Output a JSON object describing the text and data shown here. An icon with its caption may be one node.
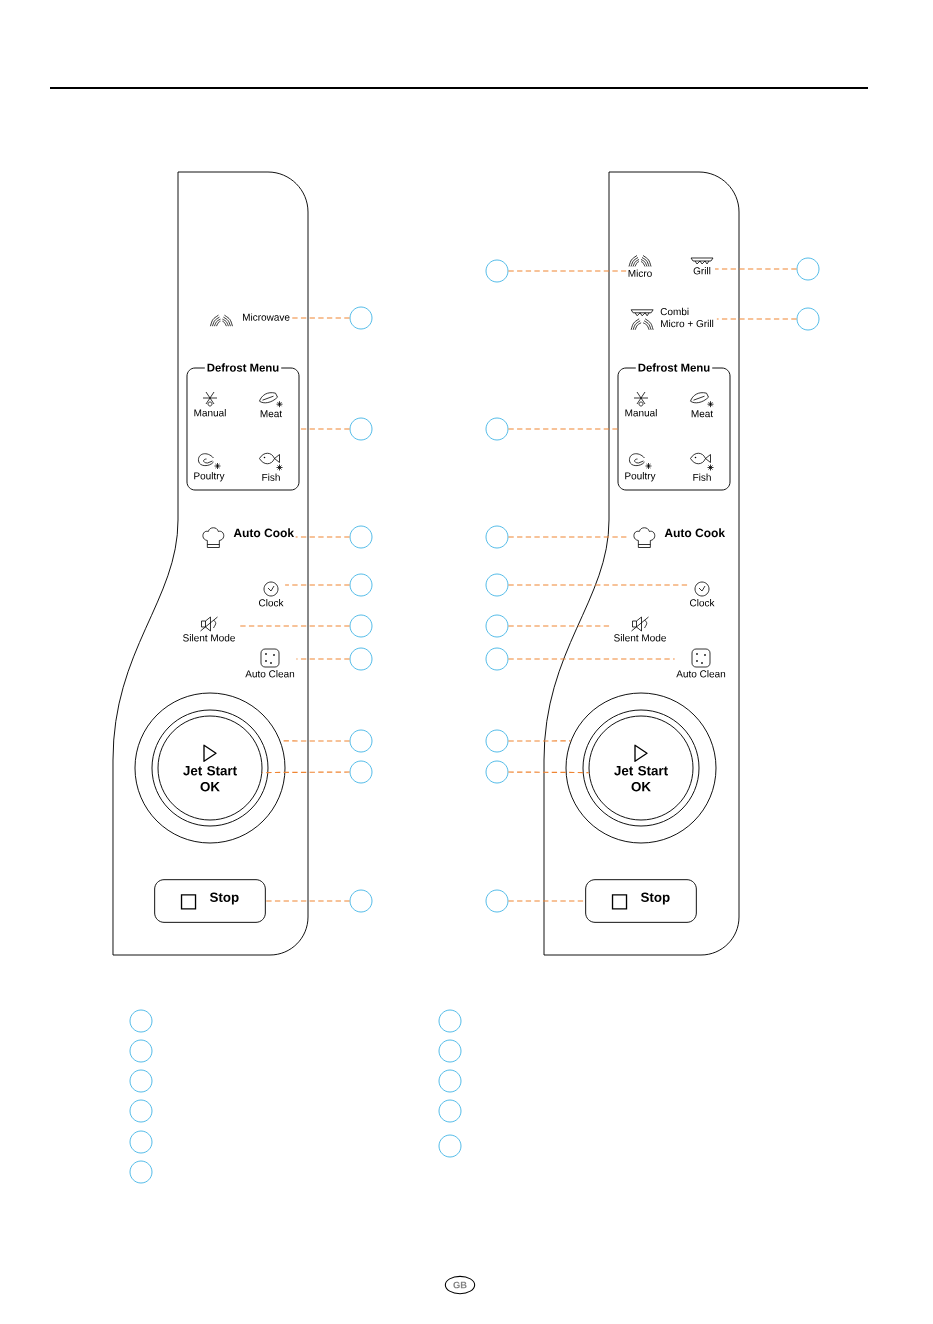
{
  "diagram": {
    "nodes": [
      {
        "text": [],
        "shape": "box"
      },
      {
        "text": [
          "Microwave"
        ],
        "in": 0
      },
      {
        "text": [
          "Defrost Menu"
        ],
        "in": 0
      },
      {
        "text": [
          "Manual"
        ],
        "in": 2
      },
      {
        "text": [
          "Meat"
        ],
        "in": 2
      },
      {
        "text": [
          "Poultry"
        ],
        "in": 2
      },
      {
        "text": [
          "Fish"
        ],
        "in": 2
      },
      {
        "text": [
          "Auto Cook"
        ],
        "in": 0
      },
      {
        "text": [
          "Clock"
        ],
        "in": 0
      },
      {
        "text": [
          "Silent Mode"
        ],
        "in": 0
      },
      {
        "text": [
          "Auto Clean"
        ],
        "in": 0
      },
      {
        "text": [],
        "shape": "circle",
        "in": 0
      },
      {
        "text": [
          "Jet Start OK"
        ],
        "in": 11
      },
      {
        "text": [
          "Stop"
        ],
        "in": 0
      },
      {
        "text": [],
        "shape": "circle"
      },
      {
        "text": [],
        "shape": "circle"
      },
      {
        "text": [],
        "shape": "circle"
      },
      {
        "text": [],
        "shape": "circle"
      },
      {
        "text": [],
        "shape": "circle"
      },
      {
        "text": [],
        "shape": "circle"
      },
      {
        "text": [],
        "shape": "circle"
      },
      {
        "text": [],
        "shape": "circle"
      },
      {
        "text": [],
        "shape": "circle"
      },
      {
        "text": [],
        "shape": "box"
      },
      {
        "text": [
          "Micro"
        ],
        "in": 23
      },
      {
        "text": [
          "Grill"
        ],
        "in": 23
      },
      {
        "text": [
          "Combi Micro + Grill"
        ],
        "in": 23
      },
      {
        "text": [
          "Defrost Menu"
        ],
        "in": 23
      },
      {
        "text": [
          "Manual"
        ],
        "in": 27
      },
      {
        "text": [
          "Meat"
        ],
        "in": 27
      },
      {
        "text": [
          "Poultry"
        ],
        "in": 27
      },
      {
        "text": [
          "Fish"
        ],
        "in": 27
      },
      {
        "text": [
          "Auto Cook"
        ],
        "in": 23
      },
      {
        "text": [
          "Clock"
        ],
        "in": 23
      },
      {
        "text": [
          "Silent Mode"
        ],
        "in": 23
      },
      {
        "text": [
          "Auto Clean"
        ],
        "in": 23
      },
      {
        "text": [],
        "shape": "circle",
        "in": 23
      },
      {
        "text": [
          "Jet Start OK"
        ],
        "in": 36
      },
      {
        "text": [
          "Stop"
        ],
        "in": 23
      },
      {
        "text": [],
        "shape": "circle"
      },
      {
        "text": [],
        "shape": "circle"
      },
      {
        "text": [],
        "shape": "circle"
      },
      {
        "text": [],
        "shape": "circle"
      },
      {
        "text": [],
        "shape": "circle"
      },
      {
        "text": [],
        "shape": "circle"
      },
      {
        "text": [],
        "shape": "circle"
      },
      {
        "text": [],
        "shape": "circle"
      },
      {
        "text": [],
        "shape": "circle"
      },
      {
        "text": [],
        "shape": "circle"
      },
      {
        "text": [],
        "shape": "circle"
      },
      {
        "text": [],
        "shape": "circle"
      },
      {
        "text": [],
        "shape": "circle"
      },
      {
        "text": [],
        "shape": "circle"
      },
      {
        "text": [],
        "shape": "circle"
      },
      {
        "text": [],
        "shape": "circle"
      },
      {
        "text": [],
        "shape": "circle"
      },
      {
        "text": [],
        "shape": "circle"
      },
      {
        "text": [],
        "shape": "circle"
      },
      {
        "text": [],
        "shape": "circle"
      },
      {
        "text": [],
        "shape": "circle"
      },
      {
        "text": [],
        "shape": "circle"
      },
      {
        "text": [
          "GB"
        ]
      }
    ],
    "edges": [
      {
        "from": 14,
        "to": 1,
        "arrow": "none",
        "style": "dashed"
      },
      {
        "from": 15,
        "to": 2,
        "arrow": "none",
        "style": "dashed"
      },
      {
        "from": 16,
        "to": 7,
        "arrow": "none",
        "style": "dashed"
      },
      {
        "from": 17,
        "to": 8,
        "arrow": "none",
        "style": "dashed"
      },
      {
        "from": 18,
        "to": 9,
        "arrow": "none",
        "style": "dashed"
      },
      {
        "from": 19,
        "to": 10,
        "arrow": "none",
        "style": "dashed"
      },
      {
        "from": 20,
        "to": 11,
        "arrow": "none",
        "style": "dashed"
      },
      {
        "from": 21,
        "to": 12,
        "arrow": "none",
        "style": "dashed"
      },
      {
        "from": 22,
        "to": 13,
        "arrow": "none",
        "style": "dashed"
      },
      {
        "from": 39,
        "to": 24,
        "arrow": "none",
        "style": "dashed"
      },
      {
        "from": 48,
        "to": 25,
        "arrow": "none",
        "style": "dashed"
      },
      {
        "from": 49,
        "to": 26,
        "arrow": "none",
        "style": "dashed"
      },
      {
        "from": 40,
        "to": 27,
        "arrow": "none",
        "style": "dashed"
      },
      {
        "from": 41,
        "to": 32,
        "arrow": "none",
        "style": "dashed"
      },
      {
        "from": 42,
        "to": 33,
        "arrow": "none",
        "style": "dashed"
      },
      {
        "from": 43,
        "to": 34,
        "arrow": "none",
        "style": "dashed"
      },
      {
        "from": 44,
        "to": 35,
        "arrow": "none",
        "style": "dashed"
      },
      {
        "from": 45,
        "to": 36,
        "arrow": "none",
        "style": "dashed"
      },
      {
        "from": 46,
        "to": 37,
        "arrow": "none",
        "style": "dashed"
      },
      {
        "from": 47,
        "to": 38,
        "arrow": "none",
        "style": "dashed"
      }
    ]
  }
}
